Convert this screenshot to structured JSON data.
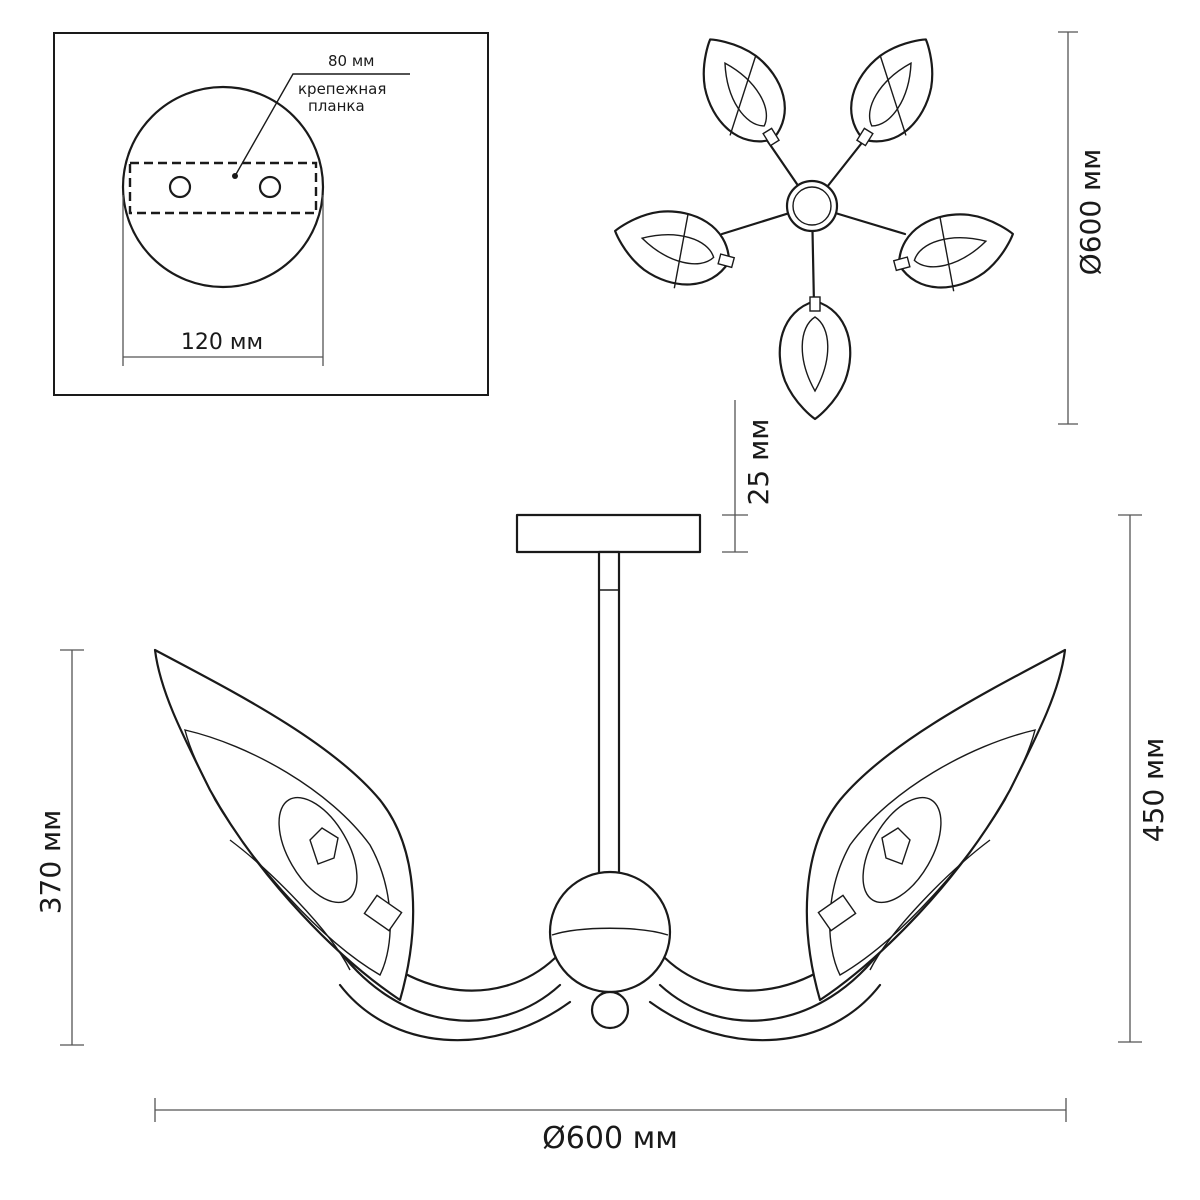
{
  "mount_panel": {
    "plate_width_label": "80 мм",
    "bracket_label_line1": "крепежная",
    "bracket_label_line2": "планка",
    "canopy_diameter_label": "120 мм"
  },
  "top_view": {
    "diameter_label": "Ø600 мм",
    "arm_count": 5
  },
  "side_view": {
    "canopy_height_label": "25 мм",
    "total_height_label": "450 мм",
    "body_height_label": "370 мм",
    "width_label": "Ø600 мм"
  },
  "colors": {
    "line": "#1a1a1a",
    "dimension": "#555555",
    "background": "#ffffff"
  }
}
